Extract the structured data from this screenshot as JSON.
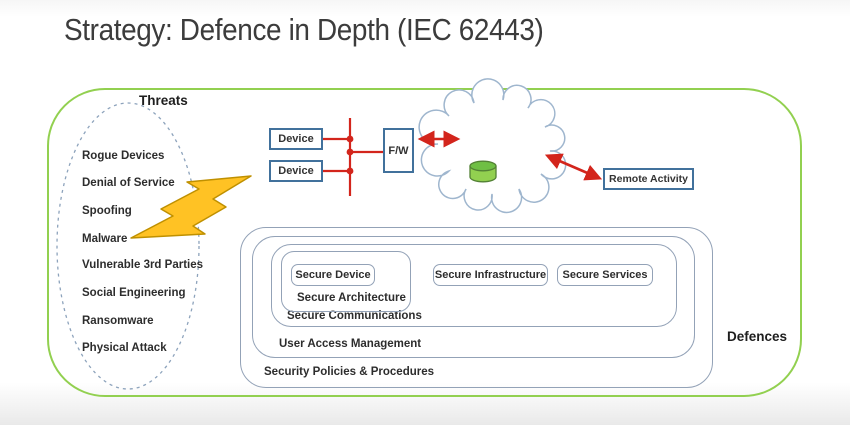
{
  "slide": {
    "title": "Strategy: Defence in Depth (IEC 62443)"
  },
  "threats": {
    "label": "Threats",
    "items": [
      "Rogue Devices",
      "Denial of Service",
      "Spoofing",
      "Malware",
      "Vulnerable 3rd Parties",
      "Social Engineering",
      "Ransomware",
      "Physical Attack"
    ]
  },
  "network": {
    "device_top": "Device",
    "device_bottom": "Device",
    "firewall": "F/W",
    "remote_activity": "Remote Activity"
  },
  "defences": {
    "label": "Defences",
    "layers": [
      "Security Policies & Procedures",
      "User Access Management",
      "Secure Communications",
      "Secure Architecture"
    ],
    "boxes": [
      "Secure Device",
      "Secure Infrastructure",
      "Secure Services"
    ]
  },
  "icons": {
    "cloud": "internet-cloud-icon",
    "database": "database-cylinder-icon",
    "lightning": "lightning-bolt-icon"
  },
  "colors": {
    "frame-green": "#92D050",
    "box-blue": "#41719C",
    "line-red": "#D3251C",
    "layer-gray": "#93A2B7",
    "cloud-stroke": "#9FB6CE",
    "bolt-fill": "#FFC224",
    "bolt-stroke": "#BF9000",
    "db-green": "#92D050",
    "db-green-dark": "#6FBF44",
    "db-stroke": "#538135",
    "title-color": "#3C3C3C"
  }
}
